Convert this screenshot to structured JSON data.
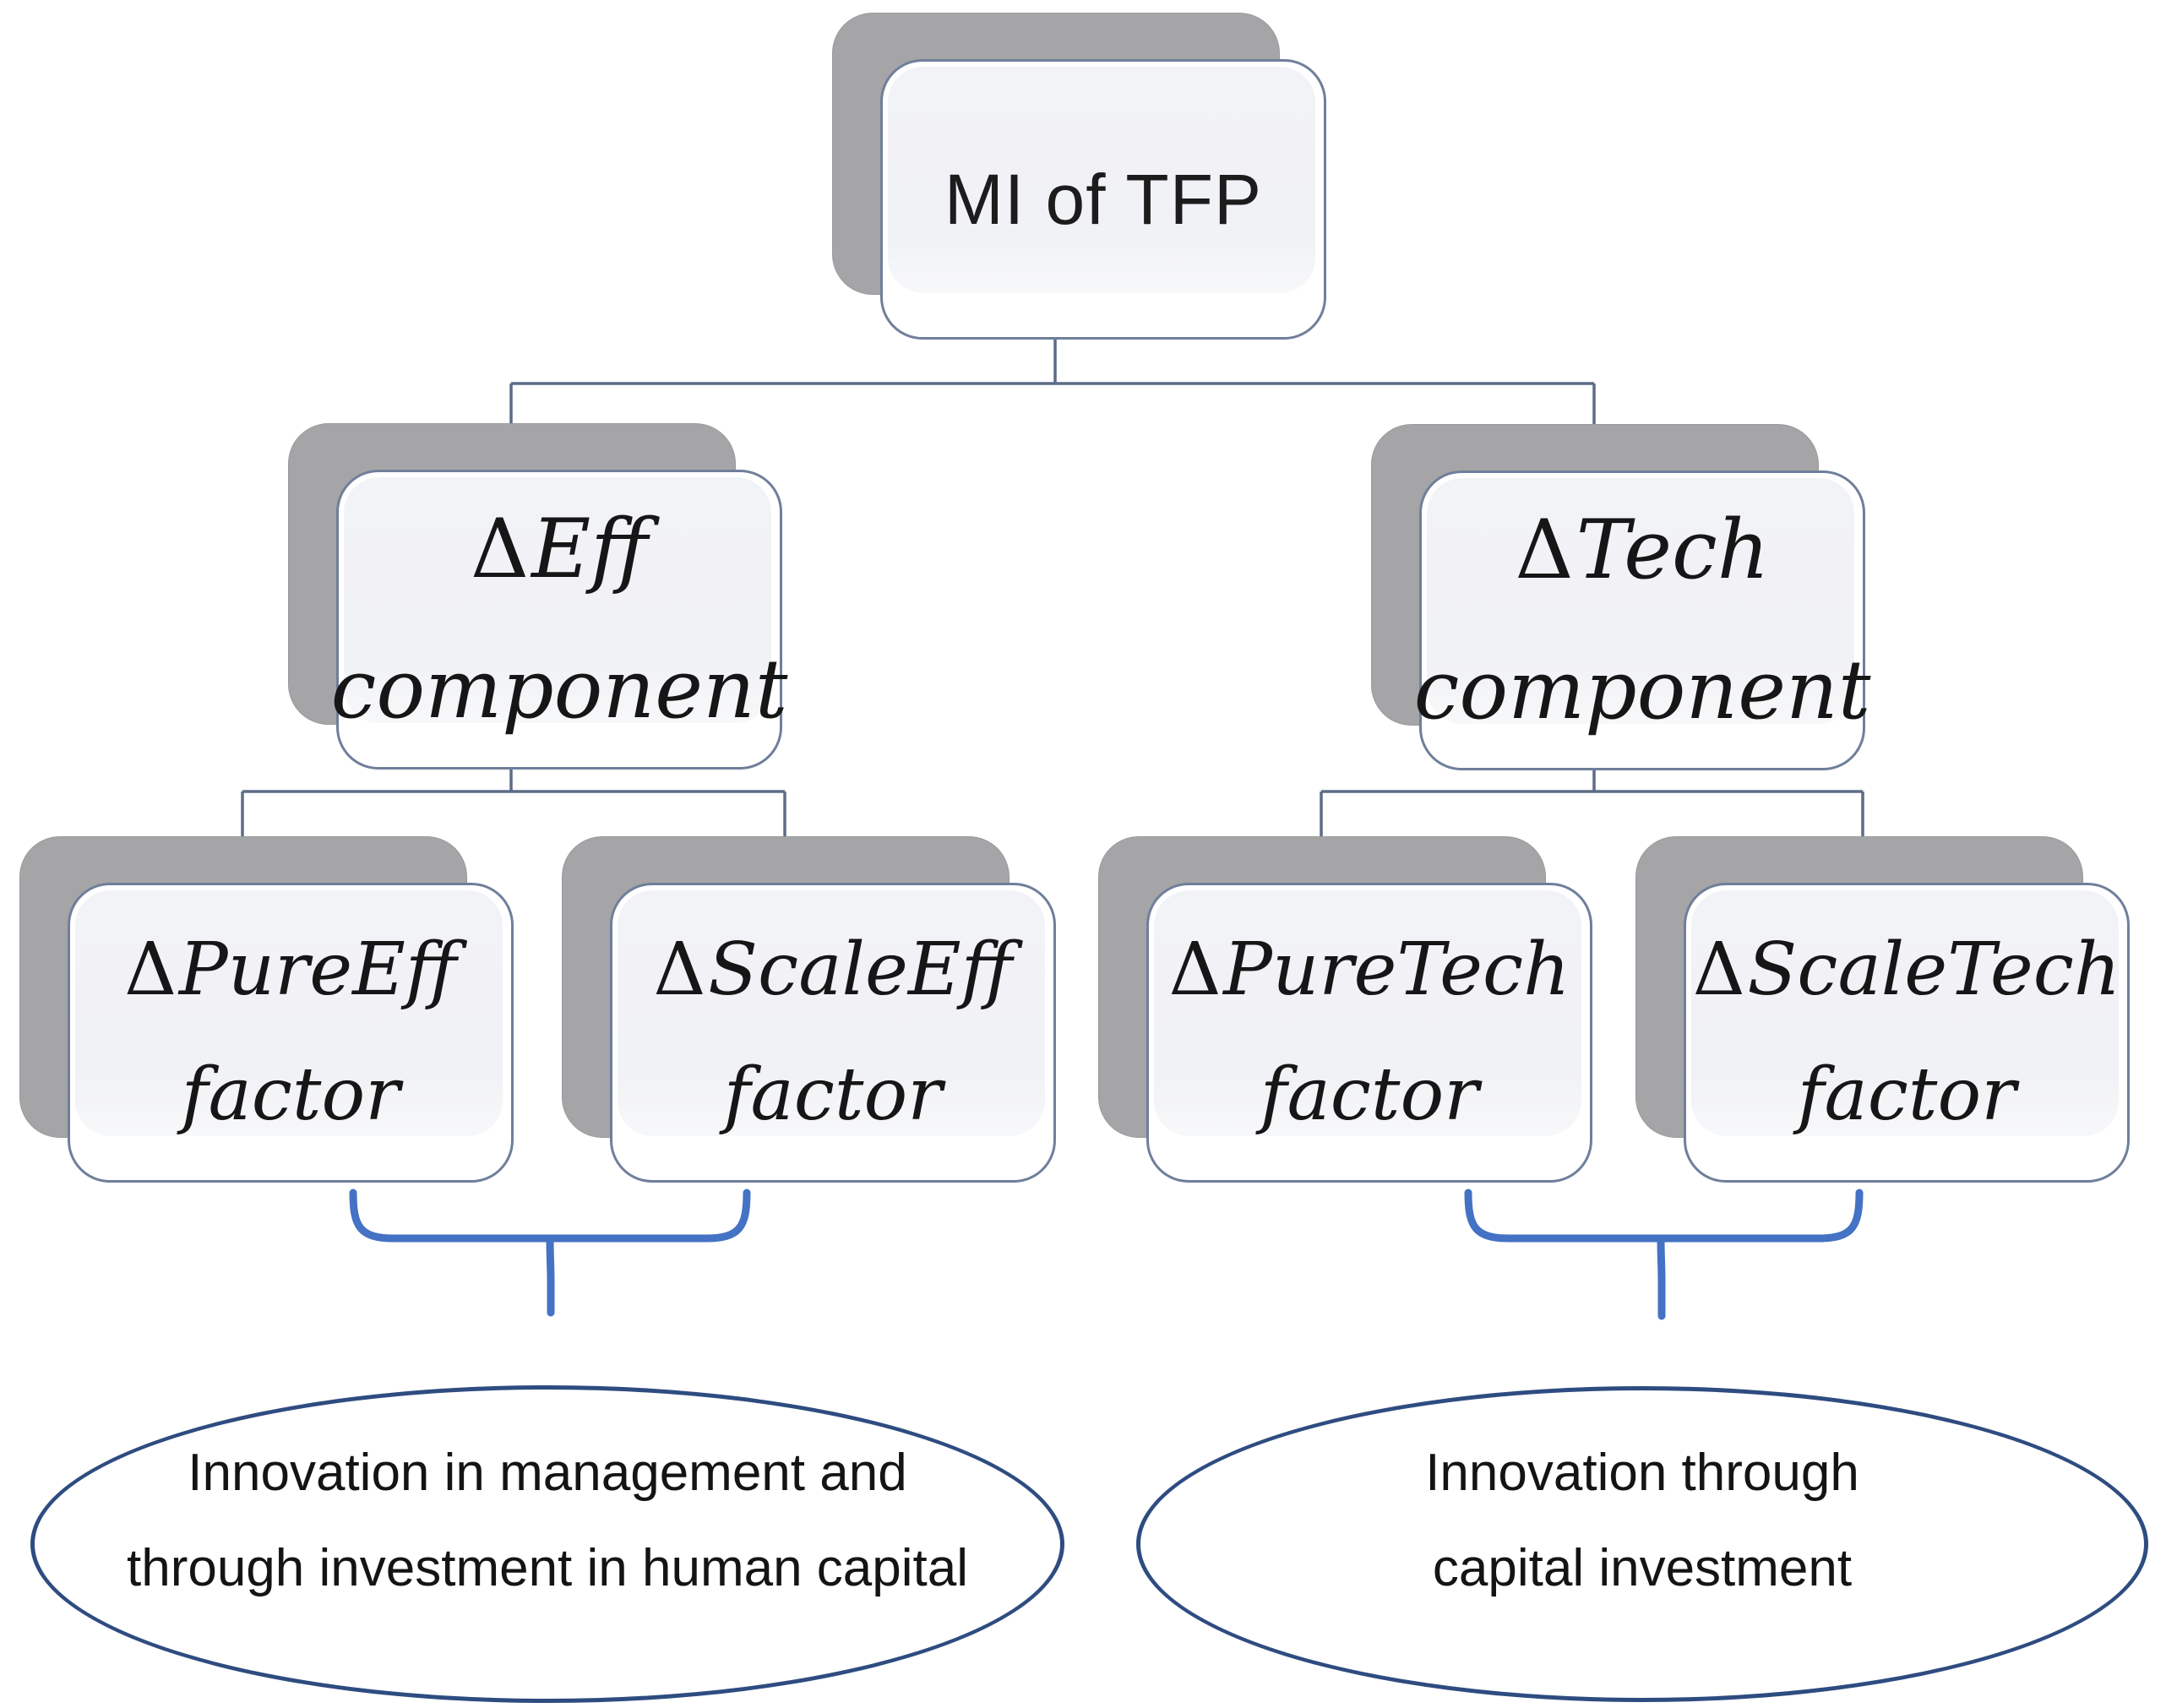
{
  "diagram": {
    "nodes": {
      "root": {
        "label": "MI of TFP"
      },
      "eff": {
        "delta": "Δ",
        "term": "Eff",
        "line2": "component"
      },
      "tech": {
        "delta": "Δ",
        "term": "Tech",
        "line2": "component"
      },
      "pure_eff": {
        "delta": "Δ",
        "term": "PureEff",
        "line2": "factor"
      },
      "scale_eff": {
        "delta": "Δ",
        "term": "ScaleEff",
        "line2": "factor"
      },
      "pure_tech": {
        "delta": "Δ",
        "term": "PureTech",
        "line2": "factor"
      },
      "scale_tech": {
        "delta": "Δ",
        "term": "ScaleTech",
        "line2": "factor"
      }
    },
    "callouts": {
      "left": "Innovation in management and\nthrough investment in human capital",
      "right": "Innovation through\ncapital investment"
    },
    "colors": {
      "box_fill": "#f2f3f6",
      "box_border": "#6f7f9b",
      "box_shadow_gray": "#a5a5a7",
      "connector": "#5d6c86",
      "brace_blue": "#4472c4",
      "ellipse_border": "#2e4c80",
      "text": "#161616"
    }
  }
}
